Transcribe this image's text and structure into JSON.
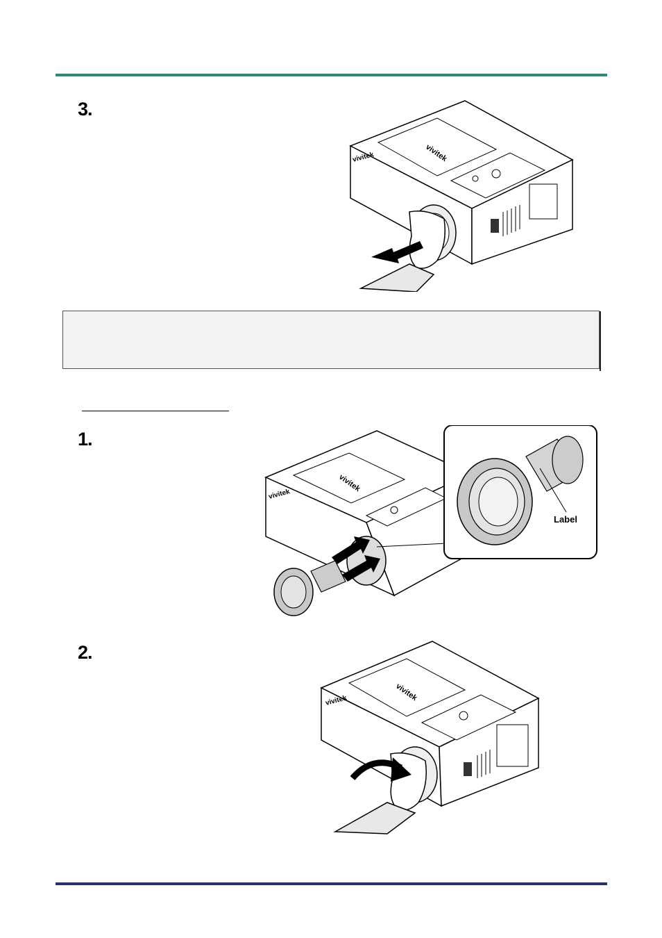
{
  "steps": {
    "remove_step3": "3.",
    "install_step1": "1.",
    "install_step2": "2."
  },
  "figures": {
    "brand_logo": "vivitek",
    "lens_label_callout": "Label"
  },
  "colors": {
    "top_rule": "#2e8b7a",
    "bottom_rule": "#28306a",
    "note_background": "#f2f2f2"
  }
}
